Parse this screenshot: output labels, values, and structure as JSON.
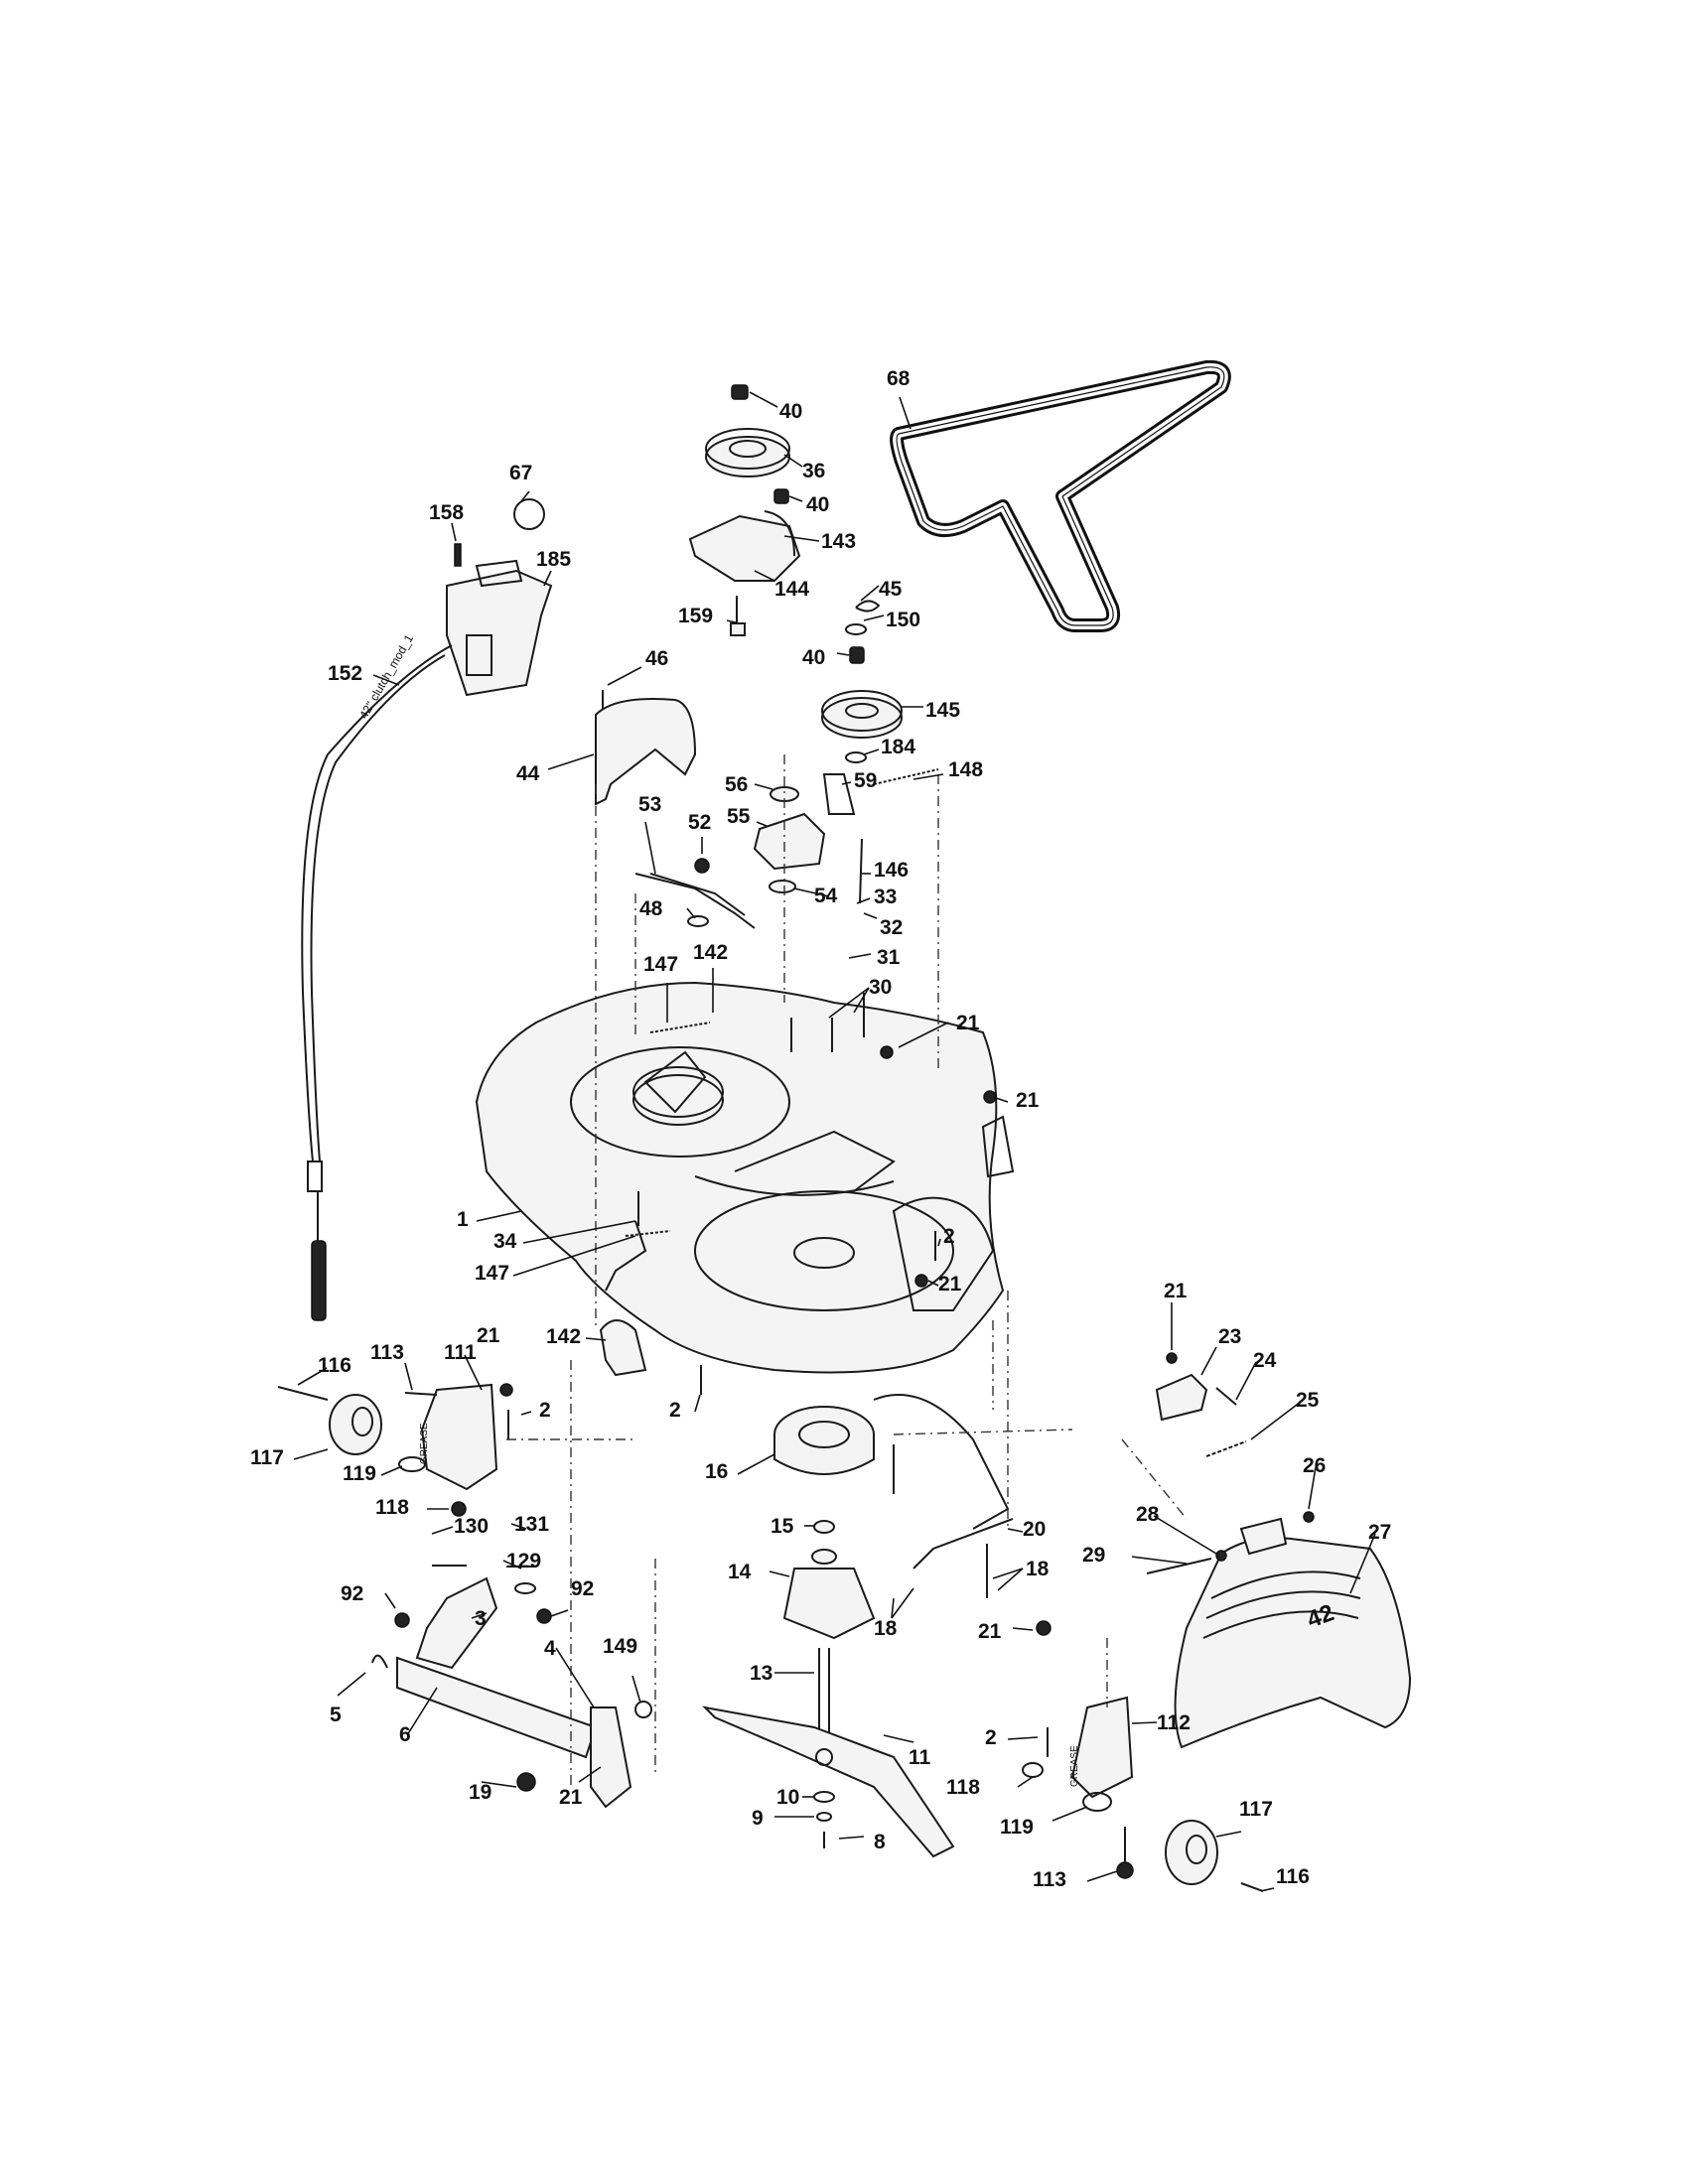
{
  "cable_text": "42\" clutch_mod_1",
  "deck_emblem": "42",
  "wheel_text": "GREASE",
  "labels": [
    {
      "id": "l40a",
      "text": "40"
    },
    {
      "id": "l36",
      "text": "36"
    },
    {
      "id": "l40b",
      "text": "40"
    },
    {
      "id": "l143",
      "text": "143"
    },
    {
      "id": "l144",
      "text": "144"
    },
    {
      "id": "l159",
      "text": "159"
    },
    {
      "id": "l68",
      "text": "68"
    },
    {
      "id": "l45",
      "text": "45"
    },
    {
      "id": "l150",
      "text": "150"
    },
    {
      "id": "l40c",
      "text": "40"
    },
    {
      "id": "l145",
      "text": "145"
    },
    {
      "id": "l184",
      "text": "184"
    },
    {
      "id": "l67",
      "text": "67"
    },
    {
      "id": "l158",
      "text": "158"
    },
    {
      "id": "l185",
      "text": "185"
    },
    {
      "id": "l152",
      "text": "152"
    },
    {
      "id": "l46",
      "text": "46"
    },
    {
      "id": "l44",
      "text": "44"
    },
    {
      "id": "l56",
      "text": "56"
    },
    {
      "id": "l55",
      "text": "55"
    },
    {
      "id": "l59",
      "text": "59"
    },
    {
      "id": "l148",
      "text": "148"
    },
    {
      "id": "l53",
      "text": "53"
    },
    {
      "id": "l52",
      "text": "52"
    },
    {
      "id": "l146",
      "text": "146"
    },
    {
      "id": "l54",
      "text": "54"
    },
    {
      "id": "l48",
      "text": "48"
    },
    {
      "id": "l33",
      "text": "33"
    },
    {
      "id": "l32",
      "text": "32"
    },
    {
      "id": "l31",
      "text": "31"
    },
    {
      "id": "l147a",
      "text": "147"
    },
    {
      "id": "l142a",
      "text": "142"
    },
    {
      "id": "l30",
      "text": "30"
    },
    {
      "id": "l21a",
      "text": "21"
    },
    {
      "id": "l21b",
      "text": "21"
    },
    {
      "id": "l1",
      "text": "1"
    },
    {
      "id": "l34",
      "text": "34"
    },
    {
      "id": "l147b",
      "text": "147"
    },
    {
      "id": "l2a",
      "text": "2"
    },
    {
      "id": "l21c",
      "text": "21"
    },
    {
      "id": "l21d",
      "text": "21"
    },
    {
      "id": "l142b",
      "text": "142"
    },
    {
      "id": "l113a",
      "text": "113"
    },
    {
      "id": "l111",
      "text": "111"
    },
    {
      "id": "l116a",
      "text": "116"
    },
    {
      "id": "l2b",
      "text": "2"
    },
    {
      "id": "l2c",
      "text": "2"
    },
    {
      "id": "l117a",
      "text": "117"
    },
    {
      "id": "l119a",
      "text": "119"
    },
    {
      "id": "l118a",
      "text": "118"
    },
    {
      "id": "l16",
      "text": "16"
    },
    {
      "id": "l15",
      "text": "15"
    },
    {
      "id": "l21e",
      "text": "21"
    },
    {
      "id": "l23",
      "text": "23"
    },
    {
      "id": "l24",
      "text": "24"
    },
    {
      "id": "l25",
      "text": "25"
    },
    {
      "id": "l26",
      "text": "26"
    },
    {
      "id": "l28",
      "text": "28"
    },
    {
      "id": "l27",
      "text": "27"
    },
    {
      "id": "l20",
      "text": "20"
    },
    {
      "id": "l29",
      "text": "29"
    },
    {
      "id": "l18a",
      "text": "18"
    },
    {
      "id": "l18b",
      "text": "18"
    },
    {
      "id": "l130",
      "text": "130"
    },
    {
      "id": "l131",
      "text": "131"
    },
    {
      "id": "l129",
      "text": "129"
    },
    {
      "id": "l92a",
      "text": "92"
    },
    {
      "id": "l92b",
      "text": "92"
    },
    {
      "id": "l3",
      "text": "3"
    },
    {
      "id": "l14",
      "text": "14"
    },
    {
      "id": "l21f",
      "text": "21"
    },
    {
      "id": "l4",
      "text": "4"
    },
    {
      "id": "l149",
      "text": "149"
    },
    {
      "id": "l5",
      "text": "5"
    },
    {
      "id": "l6",
      "text": "6"
    },
    {
      "id": "l19",
      "text": "19"
    },
    {
      "id": "l21g",
      "text": "21"
    },
    {
      "id": "l13",
      "text": "13"
    },
    {
      "id": "l11",
      "text": "11"
    },
    {
      "id": "l10",
      "text": "10"
    },
    {
      "id": "l9",
      "text": "9"
    },
    {
      "id": "l8",
      "text": "8"
    },
    {
      "id": "l2d",
      "text": "2"
    },
    {
      "id": "l112",
      "text": "112"
    },
    {
      "id": "l118b",
      "text": "118"
    },
    {
      "id": "l119b",
      "text": "119"
    },
    {
      "id": "l117b",
      "text": "117"
    },
    {
      "id": "l113b",
      "text": "113"
    },
    {
      "id": "l116b",
      "text": "116"
    }
  ]
}
